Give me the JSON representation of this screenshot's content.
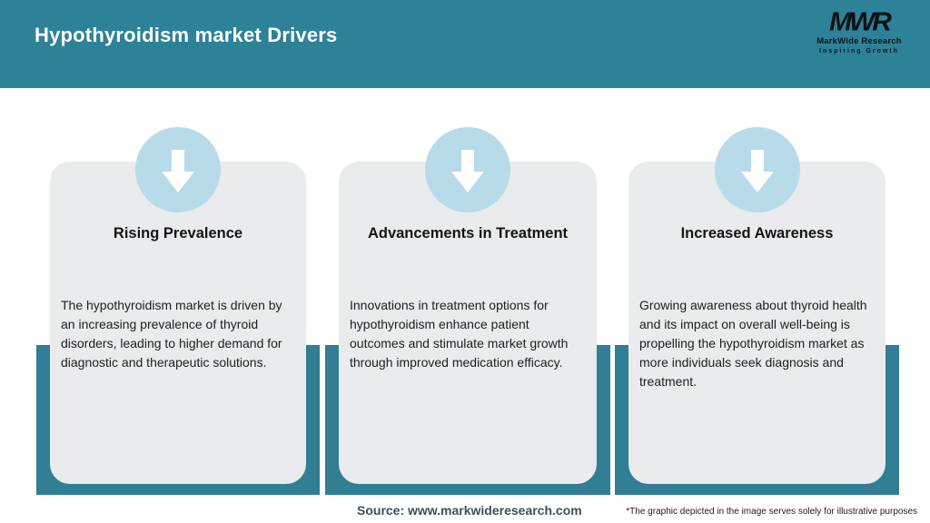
{
  "header": {
    "title": "Hypothyroidism market Drivers",
    "logo": {
      "monogram": "MWR",
      "name": "MarkWide Research",
      "tagline": "Inspiring Growth"
    }
  },
  "cards": [
    {
      "title": "Rising Prevalence",
      "body": "The hypothyroidism market is driven by an increasing prevalence of thyroid disorders, leading to higher demand for diagnostic and therapeutic solutions."
    },
    {
      "title": "Advancements in Treatment",
      "body": "Innovations in treatment options for hypothyroidism enhance patient outcomes and stimulate market growth through improved medication efficacy."
    },
    {
      "title": "Increased Awareness",
      "body": "Growing awareness about thyroid health and its impact on overall well-being is propelling the hypothyroidism market as more individuals seek diagnosis and treatment."
    }
  ],
  "footer": {
    "source": "Source: www.markwideresearch.com",
    "disclaimer": "*The graphic depicted in the image serves solely for illustrative purposes"
  },
  "icons": {
    "card_icon": "down-arrow-icon"
  },
  "colors": {
    "header_teal": "#2e8298",
    "band_teal": "#317e95",
    "card_bg": "#e9ebec",
    "circle_blue": "#b7dbe9",
    "title_text": "#141414",
    "body_text": "#202020",
    "source_text": "#3d4f5c"
  }
}
